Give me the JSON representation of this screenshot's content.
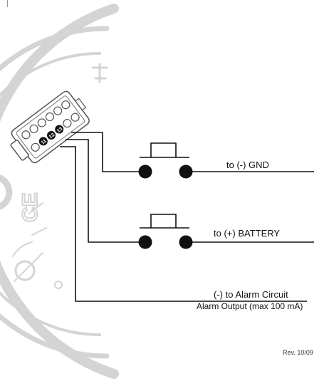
{
  "labels": {
    "gnd": "to (-) GND",
    "battery": "to (+) BATTERY",
    "alarm_circuit": "(-) to Alarm Circuit",
    "alarm_output": "Alarm Output (max 100 mA)",
    "revision": "Rev. 10/09"
  },
  "connector": {
    "pin_labels": [
      "11",
      "12",
      "13"
    ]
  },
  "colors": {
    "wire": "#111111",
    "background_watermark": "#c8c8c8"
  }
}
